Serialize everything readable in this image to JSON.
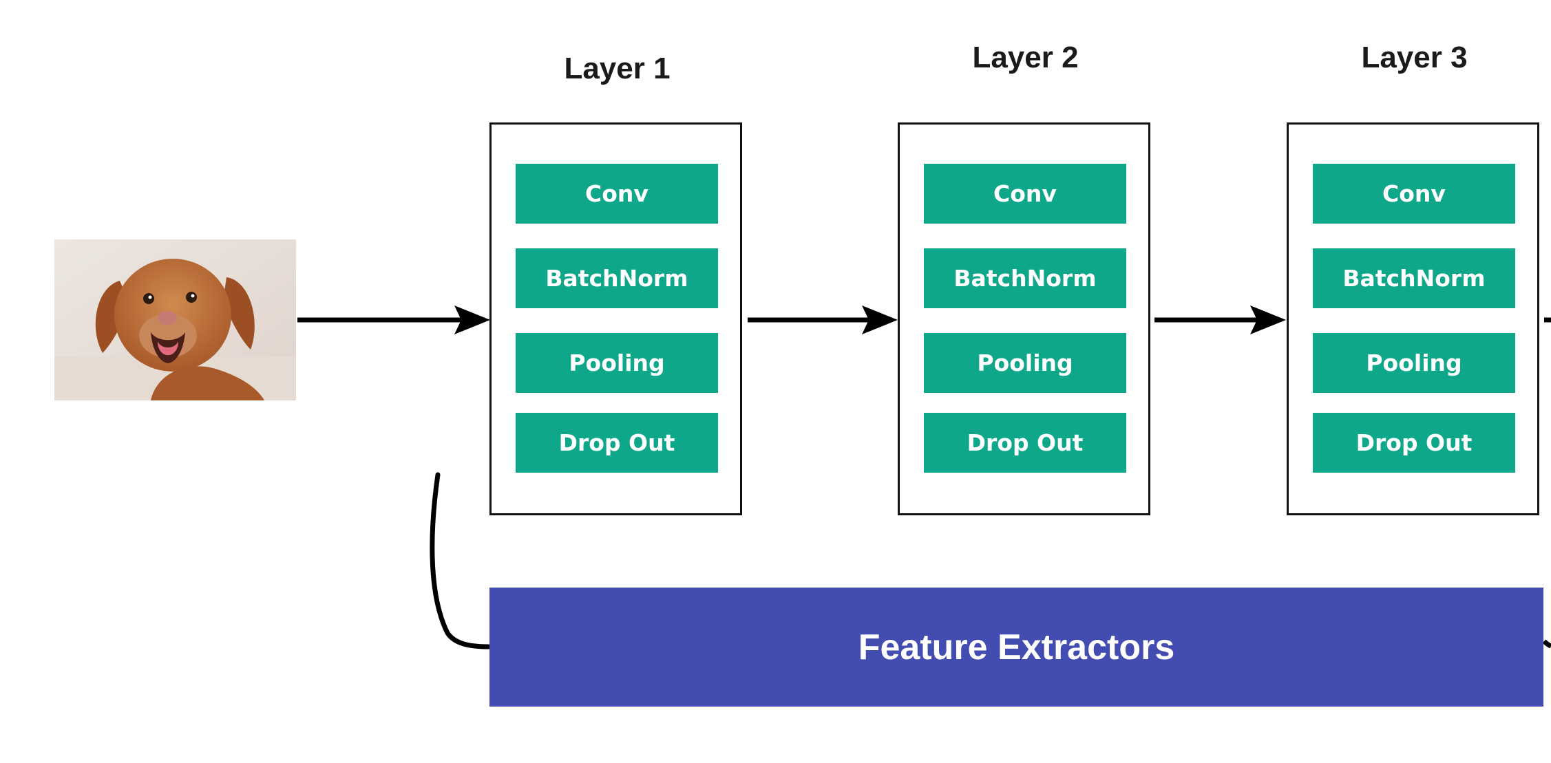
{
  "layers": [
    {
      "title": "Layer 1",
      "ops": [
        "Conv",
        "BatchNorm",
        "Pooling",
        "Drop Out"
      ]
    },
    {
      "title": "Layer 2",
      "ops": [
        "Conv",
        "BatchNorm",
        "Pooling",
        "Drop Out"
      ]
    },
    {
      "title": "Layer 3",
      "ops": [
        "Conv",
        "BatchNorm",
        "Pooling",
        "Drop Out"
      ]
    }
  ],
  "feature_bar": {
    "label": "Feature Extractors"
  },
  "colors": {
    "op_fill": "#0fa78a",
    "feature_fill": "#434db1",
    "line": "#000000"
  },
  "icons": {
    "input_image": "dog-photo-icon"
  }
}
